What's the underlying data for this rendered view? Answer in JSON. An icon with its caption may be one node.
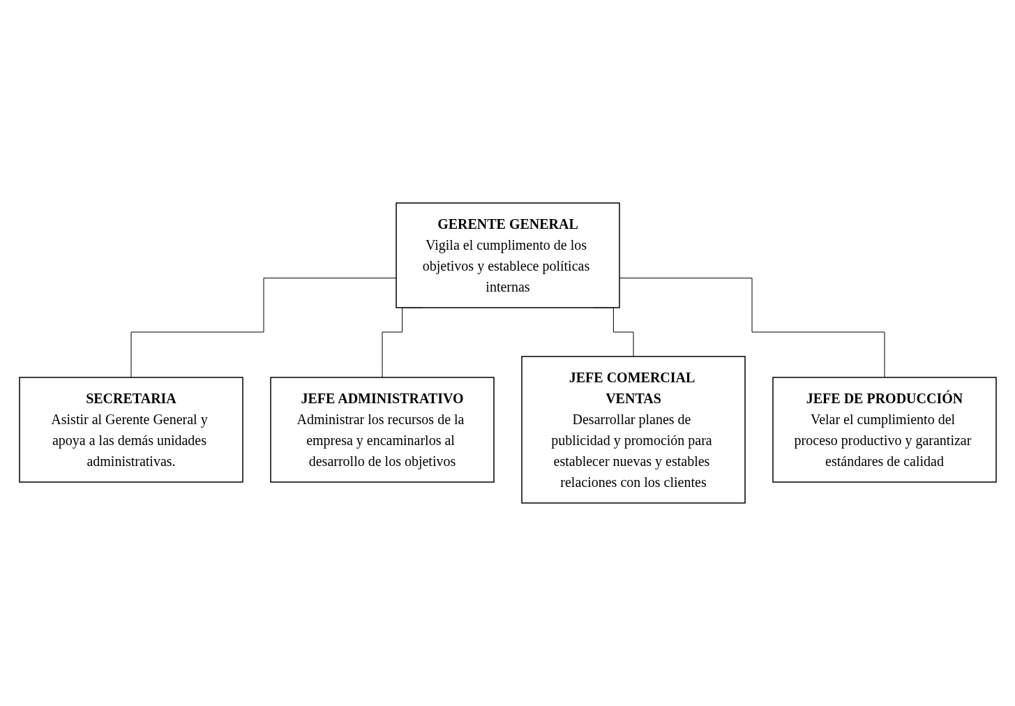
{
  "diagram": {
    "nodes": [
      {
        "text": [
          "GERENTE GENERAL",
          "Vigila el cumplimento de los objetivos y establece políticas internas"
        ]
      },
      {
        "text": [
          "SECRETARIA",
          "Asistir al Gerente General y apoya a las demás unidades administrativas."
        ]
      },
      {
        "text": [
          "JEFE ADMINISTRATIVO",
          "Administrar los recursos de la empresa y encaminarlos al desarrollo de los objetivos"
        ]
      },
      {
        "text": [
          "JEFE COMERCIAL VENTAS",
          "Desarrollar planes de publicidad y promoción para establecer nuevas y estables relaciones con los clientes"
        ]
      },
      {
        "text": [
          "JEFE DE PRODUCCIÓN",
          "Velar el cumplimiento del proceso productivo y garantizar estándares de calidad"
        ]
      }
    ],
    "edges": [
      {
        "from": 0,
        "to": 1,
        "arrow": "none"
      },
      {
        "from": 0,
        "to": 2,
        "arrow": "none"
      },
      {
        "from": 0,
        "to": 3,
        "arrow": "none"
      },
      {
        "from": 0,
        "to": 4,
        "arrow": "none"
      }
    ]
  }
}
